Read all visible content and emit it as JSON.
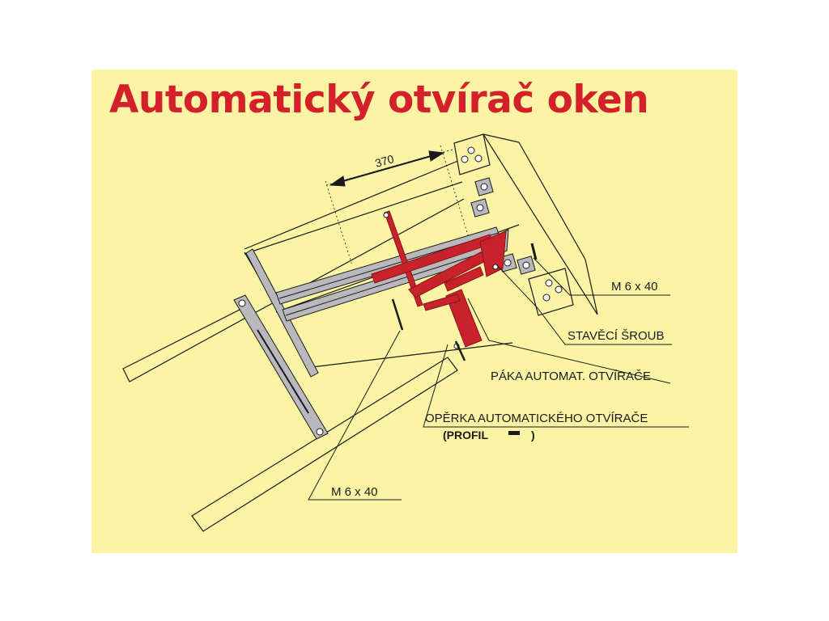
{
  "title": "Automatický otvírač oken",
  "dimension": "370",
  "labels": {
    "screw_top": "M 6 x 40",
    "adjust_screw": "STAVĚCÍ ŠROUB",
    "lever": "PÁKA AUTOMAT. OTVÍRAČE",
    "support": "OPĚRKA AUTOMATICKÉHO OTVÍRAČE",
    "profile": "(PROFIL",
    "profile_close": ")",
    "screw_bottom": "M 6 x 40"
  },
  "colors": {
    "background": "#fbf4a5",
    "title": "#d4202a",
    "mechanism": "#c8232c",
    "metal": "#b9b9bd",
    "line": "#1a1a1a"
  }
}
